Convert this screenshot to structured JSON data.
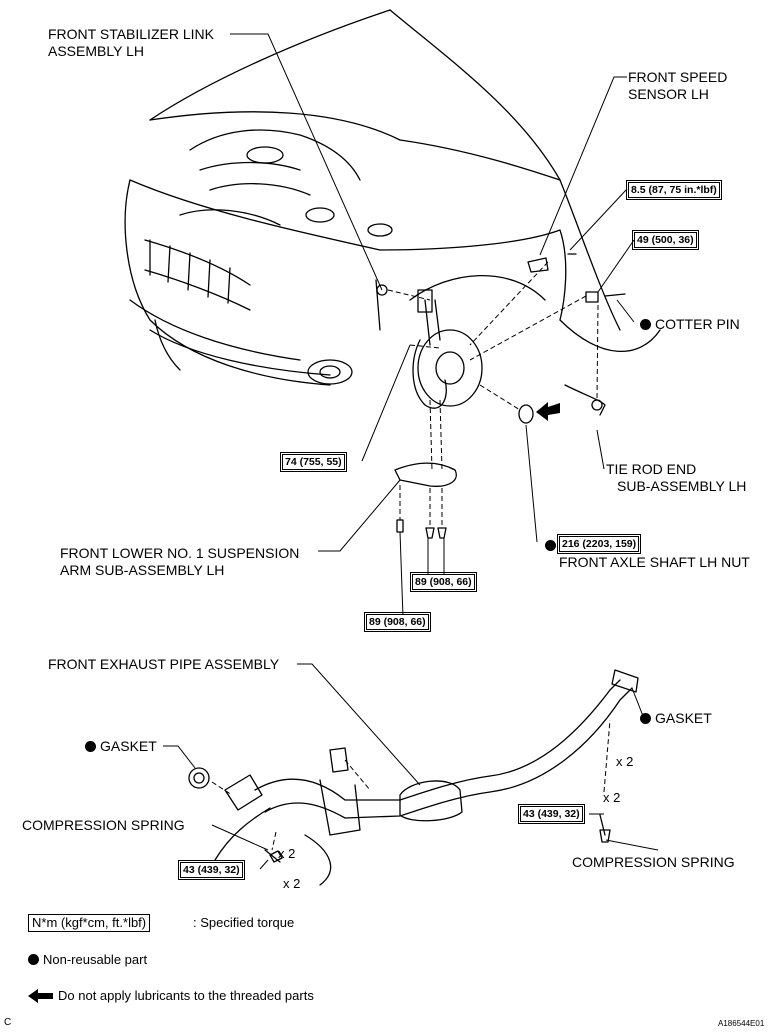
{
  "labels": {
    "stabilizer_link": [
      "FRONT STABILIZER LINK",
      "ASSEMBLY LH"
    ],
    "speed_sensor": [
      "FRONT SPEED",
      "SENSOR LH"
    ],
    "cotter_pin": "COTTER PIN",
    "tie_rod": [
      "TIE ROD END",
      "SUB-ASSEMBLY LH"
    ],
    "axle_nut": "FRONT AXLE SHAFT LH NUT",
    "suspension_arm": [
      "FRONT LOWER NO. 1 SUSPENSION",
      "ARM SUB-ASSEMBLY LH"
    ],
    "exhaust_pipe": "FRONT EXHAUST PIPE ASSEMBLY",
    "gasket_left": "GASKET",
    "gasket_right": "GASKET",
    "compression_spring_left": "COMPRESSION SPRING",
    "compression_spring_right": "COMPRESSION SPRING"
  },
  "torques": {
    "speed_sensor": "8.5 (87, 75 in.*lbf)",
    "tie_rod_nut": "49 (500, 36)",
    "stabilizer_nut": "74 (755, 55)",
    "axle_nut": "216 (2203, 159)",
    "arm_bolt_a": "89 (908, 66)",
    "arm_bolt_b": "89 (908, 66)",
    "exhaust_right": "43 (439, 32)",
    "exhaust_left": "43 (439, 32)"
  },
  "multipliers": {
    "right_upper": "x 2",
    "right_lower": "x 2",
    "left_upper": "x 2",
    "left_lower": "x 2"
  },
  "legend": {
    "torque_unit": "N*m (kgf*cm, ft.*lbf)",
    "torque_desc": ": Specified torque",
    "non_reusable": "Non-reusable part",
    "no_lubricant": "Do not apply lubricants to the threaded parts"
  },
  "corner": {
    "left": "C",
    "right": "A186544E01"
  }
}
